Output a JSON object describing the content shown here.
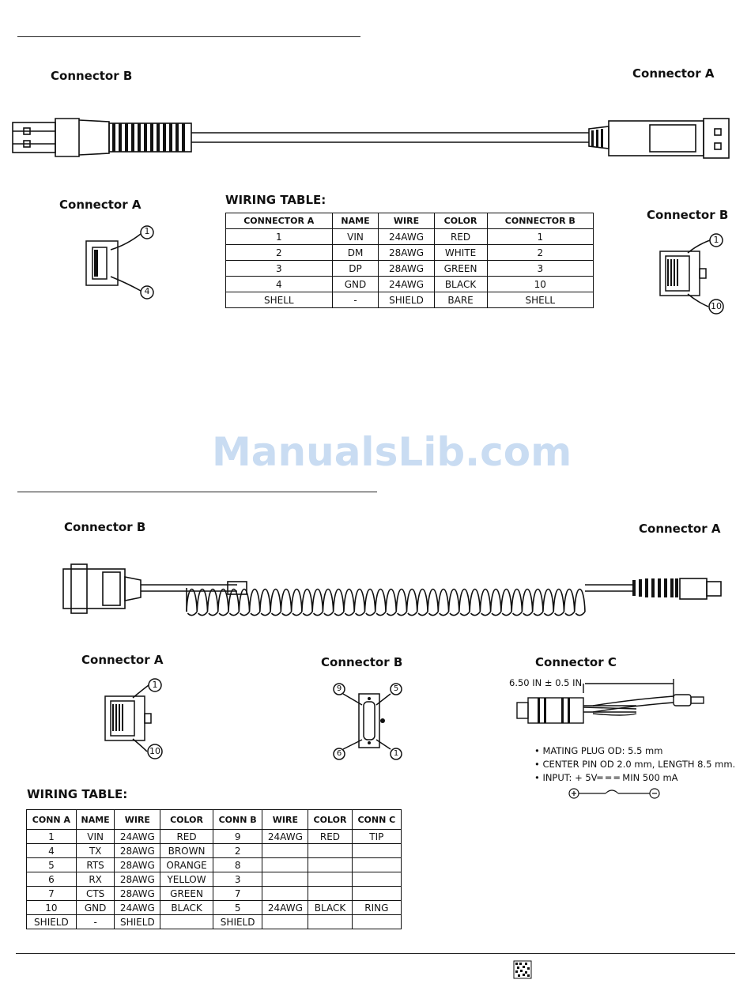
{
  "cable1": {
    "label_left": "Connector B",
    "label_right": "Connector A",
    "detail_a_title": "Connector A",
    "detail_a_pins": [
      "1",
      "4"
    ],
    "detail_b_title": "Connector B",
    "detail_b_pins": [
      "1",
      "10"
    ],
    "table_title": "WIRING TABLE:",
    "table_headers": [
      "CONNECTOR A",
      "NAME",
      "WIRE",
      "COLOR",
      "CONNECTOR B"
    ],
    "table_rows": [
      [
        "1",
        "VIN",
        "24AWG",
        "RED",
        "1"
      ],
      [
        "2",
        "DM",
        "28AWG",
        "WHITE",
        "2"
      ],
      [
        "3",
        "DP",
        "28AWG",
        "GREEN",
        "3"
      ],
      [
        "4",
        "GND",
        "24AWG",
        "BLACK",
        "10"
      ],
      [
        "SHELL",
        "-",
        "SHIELD",
        "BARE",
        "SHELL"
      ]
    ]
  },
  "watermark": "ManualsLib.com",
  "cable2": {
    "label_left": "Connector B",
    "label_right": "Connector A",
    "detail_a_title": "Connector A",
    "detail_a_pins": [
      "1",
      "10"
    ],
    "detail_b_title": "Connector B",
    "detail_b_pins": [
      "9",
      "5",
      "6",
      "1"
    ],
    "detail_c_title": "Connector C",
    "dimension": "6.50 IN ± 0.5 IN",
    "notes": [
      "• MATING PLUG OD: 5.5 mm",
      "• CENTER PIN OD 2.0 mm, LENGTH 8.5 mm.",
      "• INPUT: + 5V═ ═ ═ MIN 500 mA"
    ],
    "table_title": "WIRING TABLE:",
    "table_headers": [
      "CONN A",
      "NAME",
      "WIRE",
      "COLOR",
      "CONN B",
      "WIRE",
      "COLOR",
      "CONN C"
    ],
    "table_rows": [
      [
        "1",
        "VIN",
        "24AWG",
        "RED",
        "9",
        "24AWG",
        "RED",
        "TIP"
      ],
      [
        "4",
        "TX",
        "28AWG",
        "BROWN",
        "2",
        "",
        "",
        ""
      ],
      [
        "5",
        "RTS",
        "28AWG",
        "ORANGE",
        "8",
        "",
        "",
        ""
      ],
      [
        "6",
        "RX",
        "28AWG",
        "YELLOW",
        "3",
        "",
        "",
        ""
      ],
      [
        "7",
        "CTS",
        "28AWG",
        "GREEN",
        "7",
        "",
        "",
        ""
      ],
      [
        "10",
        "GND",
        "24AWG",
        "BLACK",
        "5",
        "24AWG",
        "BLACK",
        "RING"
      ],
      [
        "SHIELD",
        "-",
        "SHIELD",
        "",
        "SHIELD",
        "",
        "",
        ""
      ]
    ]
  }
}
